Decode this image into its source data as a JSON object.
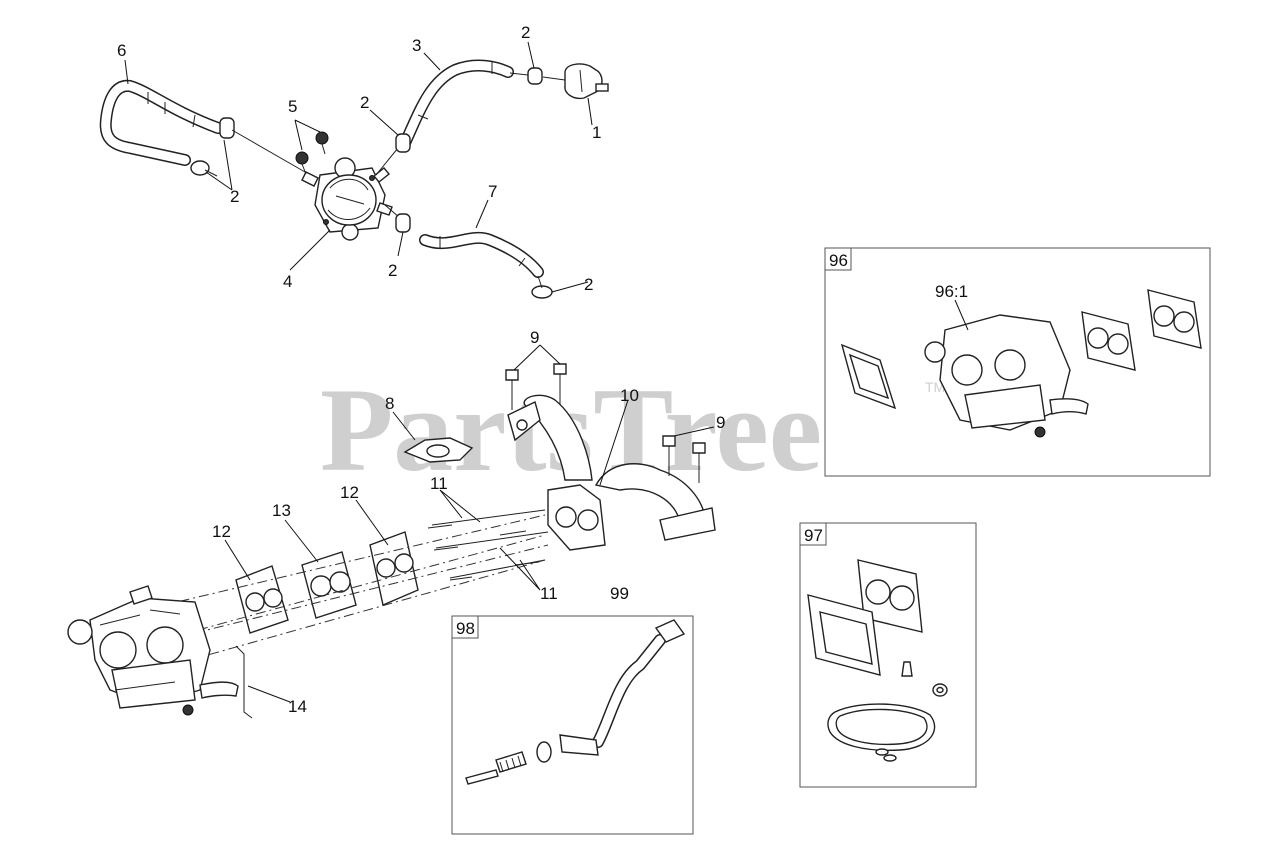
{
  "watermark": {
    "brand": "PartsTree",
    "trademark": "TM"
  },
  "callouts": {
    "c1": "1",
    "c2a": "2",
    "c2b": "2",
    "c2c": "2",
    "c2d": "2",
    "c2e": "2",
    "c3": "3",
    "c4": "4",
    "c5": "5",
    "c6": "6",
    "c7": "7",
    "c8": "8",
    "c9a": "9",
    "c9b": "9",
    "c10": "10",
    "c11a": "11",
    "c11b": "11",
    "c12a": "12",
    "c12b": "12",
    "c13": "13",
    "c14": "14",
    "c96_1": "96:1",
    "c99": "99"
  },
  "kits": {
    "k96": "96",
    "k97": "97",
    "k98": "98"
  }
}
